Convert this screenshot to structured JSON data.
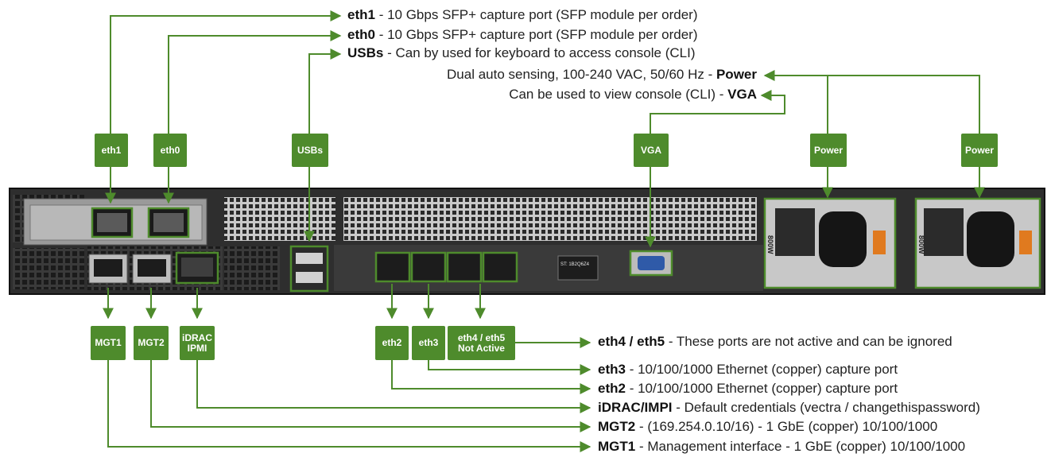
{
  "colors": {
    "accent": "#4e8b2c",
    "chassis": "#3c3c3c",
    "chassis_light": "#8a8a8a"
  },
  "labels": {
    "eth1": "eth1",
    "eth0": "eth0",
    "usbs": "USBs",
    "vga": "VGA",
    "power1": "Power",
    "power2": "Power",
    "mgt1": "MGT1",
    "mgt2": "MGT2",
    "idrac_line1": "iDRAC",
    "idrac_line2": "IPMI",
    "eth2": "eth2",
    "eth3": "eth3",
    "eth45_line1": "eth4 / eth5",
    "eth45_line2": "Not Active"
  },
  "psu_text": "800W",
  "service_tag_text": "ST: 1B2Q6Z4",
  "descriptions": {
    "eth1": {
      "name": "eth1",
      "text": " - 10 Gbps SFP+ capture port (SFP module per order)"
    },
    "eth0": {
      "name": "eth0",
      "text": " - 10 Gbps SFP+ capture port (SFP module per order)"
    },
    "usbs": {
      "name": "USBs",
      "text": " - Can by used for keyboard to access console (CLI)"
    },
    "power": {
      "text": "Dual auto sensing, 100-240 VAC, 50/60 Hz - ",
      "name": "Power"
    },
    "vga": {
      "text": "Can be used to view console (CLI) - ",
      "name": "VGA"
    },
    "eth45": {
      "name": "eth4 / eth5",
      "text": " - These ports are not active and can be ignored"
    },
    "eth3": {
      "name": "eth3",
      "text": " - 10/100/1000 Ethernet (copper) capture port"
    },
    "eth2": {
      "name": "eth2",
      "text": " - 10/100/1000 Ethernet (copper) capture port"
    },
    "idrac": {
      "name": "iDRAC/IMPI",
      "text": " - Default credentials (vectra / changethispassword)"
    },
    "mgt2": {
      "name": "MGT2",
      "text": " - (169.254.0.10/16) - 1 GbE (copper) 10/100/1000"
    },
    "mgt1": {
      "name": "MGT1",
      "text": " - Management interface - 1 GbE (copper) 10/100/1000"
    }
  }
}
